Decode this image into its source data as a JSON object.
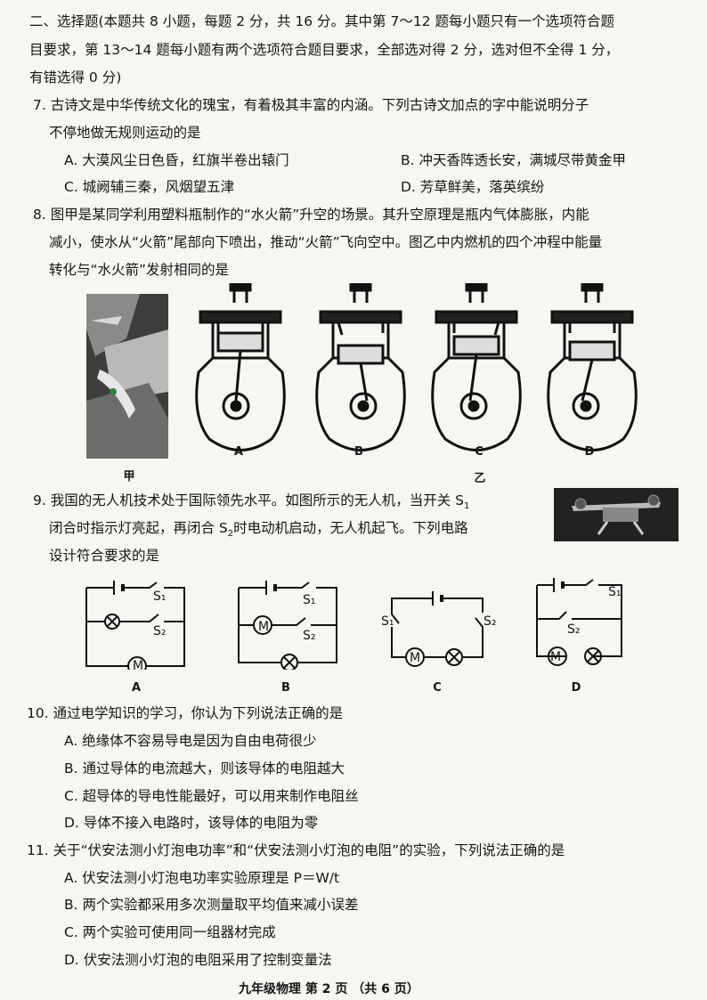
{
  "section": {
    "line1": "二、选择题(本题共 8 小题，每题 2 分，共 16 分。其中第 7～12 题每小题只有一个选项符合题",
    "line2": "目要求，第 13～14 题每小题有两个选项符合题目要求，全部选对得 2 分，选对但不全得 1 分，",
    "line3": "有错选得 0 分)"
  },
  "q7": {
    "stem1": "7. 古诗文是中华传统文化的瑰宝，有着极其丰富的内涵。下列古诗文加点的字中能说明分子",
    "stem2": "不停地做无规则运动的是",
    "A": "A. 大漠风尘日色昏，红旗半卷出辕门",
    "B": "B. 冲天香阵透长安，满城尽带黄金甲",
    "C": "C. 城阙辅三秦，风烟望五津",
    "D": "D. 芳草鲜美，落英缤纷"
  },
  "q8": {
    "stem1": "8. 图甲是某同学利用塑料瓶制作的“水火箭”升空的场景。其升空原理是瓶内气体膨胀，内能",
    "stem2": "减小，使水从“火箭”尾部向下喷出，推动“火箭”飞向空中。图乙中内燃机的四个冲程中能量",
    "stem3": "转化与“水火箭”发射相同的是",
    "label_jia": "甲",
    "label_yi": "乙",
    "options": [
      "A",
      "B",
      "C",
      "D"
    ]
  },
  "q9": {
    "stem1": "9. 我国的无人机技术处于国际领先水平。如图所示的无人机，当开关 S",
    "stem2": "闭合时指示灯亮起，再闭合 S",
    "stem2b": "时电动机启动，无人机起飞。下列电路",
    "stem3": "设计符合要求的是",
    "sub1": "1",
    "sub2": "2",
    "s1": "S₁",
    "s2": "S₂",
    "motor": "M",
    "options": [
      "A",
      "B",
      "C",
      "D"
    ]
  },
  "q10": {
    "stem": "10. 通过电学知识的学习，你认为下列说法正确的是",
    "A": "A. 绝缘体不容易导电是因为自由电荷很少",
    "B": "B. 通过导体的电流越大，则该导体的电阻越大",
    "C": "C. 超导体的导电性能最好，可以用来制作电阻丝",
    "D": "D. 导体不接入电路时，该导体的电阻为零"
  },
  "q11": {
    "stem": "11. 关于“伏安法测小灯泡电功率”和“伏安法测小灯泡的电阻”的实验，下列说法正确的是",
    "A": "A. 伏安法测小灯泡电功率实验原理是 P＝W/t",
    "B": "B. 两个实验都采用多次测量取平均值来减小误差",
    "C": "C. 两个实验可使用同一组器材完成",
    "D": "D. 伏安法测小灯泡的电阻采用了控制变量法"
  },
  "footer": "九年级物理   第 2 页   （共 6 页）"
}
